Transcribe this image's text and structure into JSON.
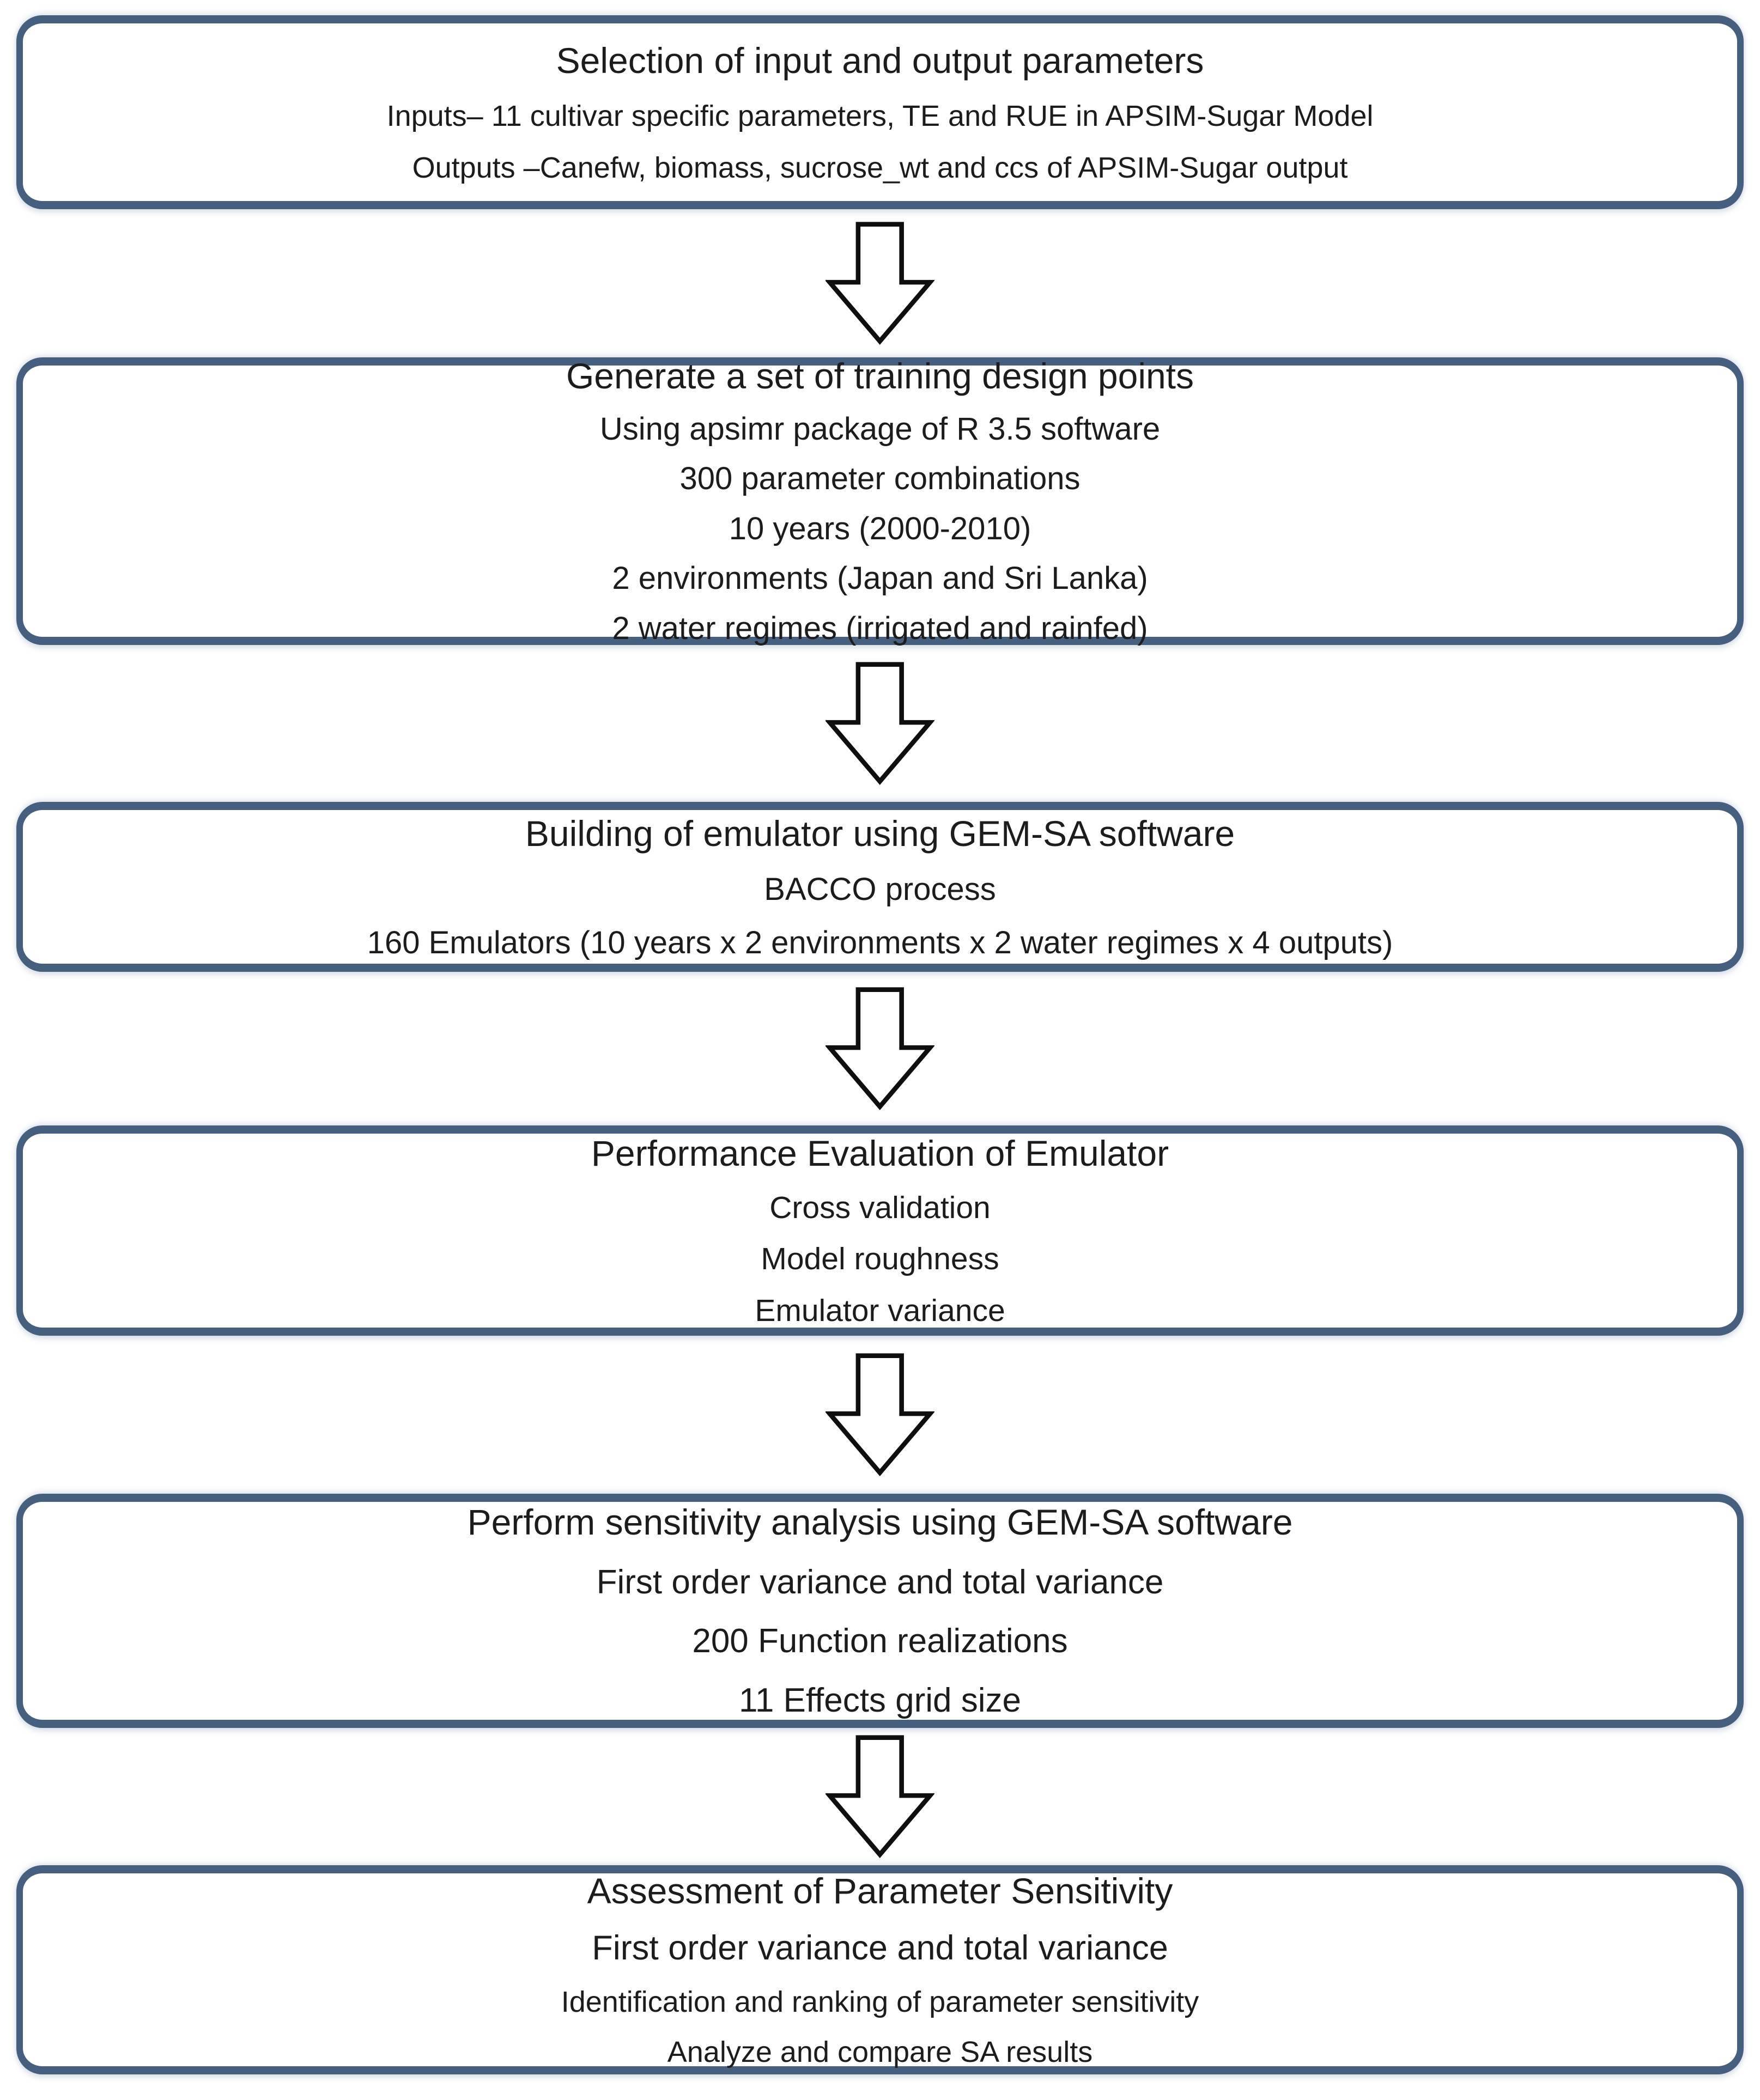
{
  "figure": {
    "type": "flowchart",
    "direction": "top-down",
    "colors": {
      "box_border": "#44607e",
      "box_fill": "#ffffff",
      "arrow_outline": "#0e0e0e",
      "arrow_fill": "#ffffff",
      "text": "#1c1c1c",
      "background": "#ffffff"
    },
    "arrow_icon": "down-block-arrow-icon",
    "arrow_count": 5,
    "boxes": [
      {
        "title": "Selection of input and output parameters",
        "lines": [
          "Inputs– 11 cultivar specific parameters, TE and RUE in APSIM-Sugar Model",
          "Outputs –Canefw, biomass, sucrose_wt and ccs of APSIM-Sugar output"
        ]
      },
      {
        "title": "Generate  a set of training design points",
        "lines": [
          "Using apsimr  package of R 3.5 software",
          "300 parameter combinations",
          "10 years (2000-2010)",
          "2 environments (Japan and Sri Lanka)",
          "2 water regimes (irrigated and rainfed)"
        ]
      },
      {
        "title": "Building of emulator using GEM-SA software",
        "lines": [
          "BACCO process",
          "160  Emulators  (10 years x 2 environments x 2 water regimes x 4 outputs)"
        ]
      },
      {
        "title": "Performance Evaluation of Emulator",
        "lines": [
          "Cross validation",
          "Model roughness",
          "Emulator variance"
        ]
      },
      {
        "title": "Perform sensitivity analysis using GEM-SA software",
        "lines": [
          "First order variance and total variance",
          "200 Function realizations",
          "11 Effects grid size"
        ]
      },
      {
        "title": "Assessment of Parameter Sensitivity",
        "lines": [
          "First order variance and total variance",
          "Identification and ranking of parameter sensitivity",
          "Analyze and compare SA results"
        ]
      }
    ]
  }
}
